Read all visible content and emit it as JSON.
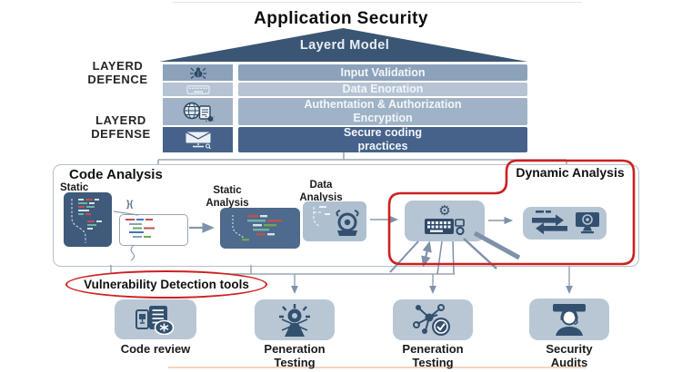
{
  "title": "Application Security",
  "pyramid": {
    "roof_label": "Layerd Model",
    "left_label_top": "LAYERD\nDEFENCE",
    "left_label_bottom": "LAYERD\nDEFENSE",
    "rows": [
      {
        "label": "Input Validation",
        "icon": "bug-icon"
      },
      {
        "label": "Data Enoration",
        "icon": "keyboard-icon"
      },
      {
        "label": "Authentation & Authorization\nEncryption",
        "icon": "globe-document-icon"
      },
      {
        "label": "Secure coding\npractices",
        "icon": "secure-email-icon"
      }
    ]
  },
  "analysis": {
    "code_analysis_title": "Code Analysis",
    "dynamic_analysis_title": "Dynamic Analysis",
    "static_label": "Static",
    "static_analysis_label": "Static\nAnalysis",
    "data_analysis_label": "Data\nAnalysis",
    "code_glyph": "}("
  },
  "vulnerability_label": "Vulnerability Detection tools",
  "tools": [
    {
      "label": "Code review",
      "icon": "code-review-icon"
    },
    {
      "label": "Peneration\nTesting",
      "icon": "pentest-beacon-icon"
    },
    {
      "label": "Peneration\nTesting",
      "icon": "network-scan-icon"
    },
    {
      "label": "Security\nAudits",
      "icon": "security-auditor-icon"
    }
  ],
  "colors": {
    "dark_slate": "#3b5674",
    "row_medium": "#8ca2bb",
    "row_light": "#b5c3d3",
    "row_mid": "#a0b3c6",
    "row_dark": "#46628a",
    "panel_light_blue": "#b6c5d4",
    "accent_red": "#cf1f1f",
    "connector_gray": "#98a6b6",
    "icon_dark": "#33506f"
  }
}
